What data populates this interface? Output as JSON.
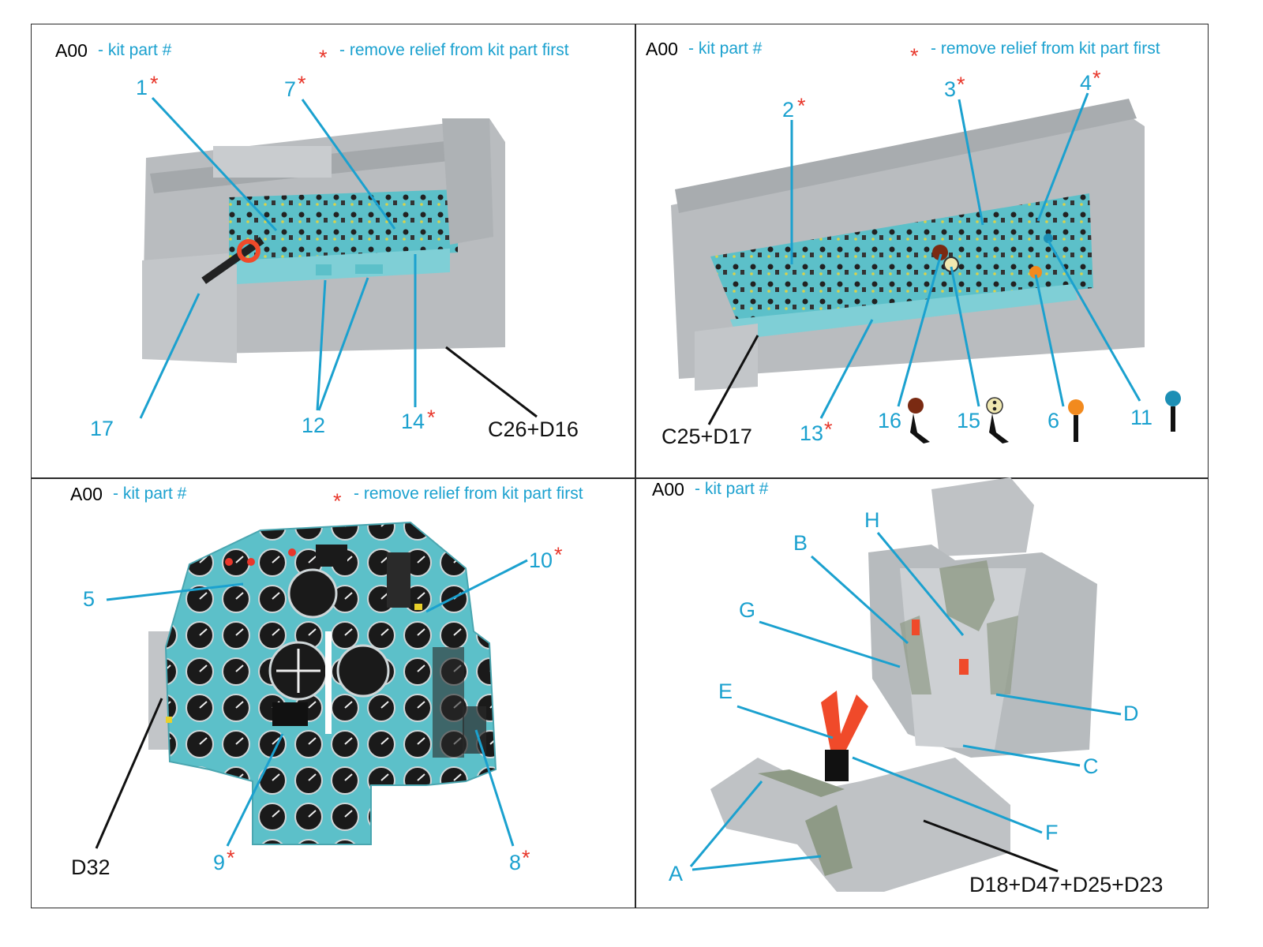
{
  "legend": {
    "part_code": "A00",
    "part_desc": "- kit part #",
    "star": "*",
    "relief_note": "- remove relief from kit part first"
  },
  "panel_tl": {
    "labels": {
      "l1": "1",
      "l7": "7",
      "l17": "17",
      "l12": "12",
      "l14": "14"
    },
    "part": "C26+D16"
  },
  "panel_tr": {
    "labels": {
      "l2": "2",
      "l3": "3",
      "l4": "4",
      "l13": "13",
      "l16": "16",
      "l15": "15",
      "l6": "6",
      "l11": "11"
    },
    "part": "C25+D17"
  },
  "panel_bl": {
    "labels": {
      "l5": "5",
      "l10": "10",
      "l9": "9",
      "l8": "8"
    },
    "part": "D32"
  },
  "panel_br": {
    "labels": {
      "lB": "B",
      "lH": "H",
      "lG": "G",
      "lE": "E",
      "lD": "D",
      "lC": "C",
      "lF": "F",
      "lA": "A"
    },
    "part": "D18+D47+D25+D23"
  },
  "colors": {
    "label_blue": "#1ba1cf",
    "star_red": "#e8372b",
    "panel_teal": "#5cc0c9",
    "grey_plastic": "#b9bcbf",
    "knob_brown": "#7a2a12",
    "knob_cream": "#f0e8b0",
    "knob_orange": "#f28a1e",
    "knob_blue": "#1c8fb5"
  }
}
